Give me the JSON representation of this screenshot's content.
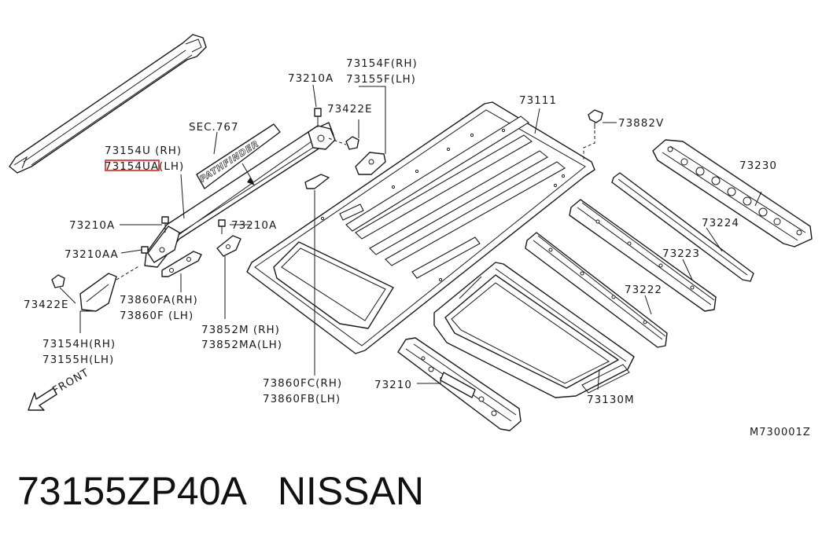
{
  "diagram": {
    "labels": [
      {
        "id": "sec767",
        "text": "SEC.767"
      },
      {
        "id": "l73154U",
        "text": "73154U (RH)"
      },
      {
        "id": "l73154UA",
        "text": "73154UA(LH)"
      },
      {
        "id": "l73210A_top",
        "text": "73210A"
      },
      {
        "id": "l73154F",
        "text": "73154F(RH)"
      },
      {
        "id": "l73155F",
        "text": "73155F(LH)"
      },
      {
        "id": "l73422E_top",
        "text": "73422E"
      },
      {
        "id": "l73111",
        "text": "73111"
      },
      {
        "id": "l73882V",
        "text": "73882V"
      },
      {
        "id": "l73230",
        "text": "73230"
      },
      {
        "id": "l73224",
        "text": "73224"
      },
      {
        "id": "l73223",
        "text": "73223"
      },
      {
        "id": "l73222",
        "text": "73222"
      },
      {
        "id": "l73210A_left",
        "text": "73210A"
      },
      {
        "id": "l73210A_mid",
        "text": "73210A"
      },
      {
        "id": "l73210AA",
        "text": "73210AA"
      },
      {
        "id": "l73422E_left",
        "text": "73422E"
      },
      {
        "id": "l73860FA",
        "text": "73860FA(RH)"
      },
      {
        "id": "l73860F",
        "text": "73860F (LH)"
      },
      {
        "id": "l73852M",
        "text": "73852M (RH)"
      },
      {
        "id": "l73852MA",
        "text": "73852MA(LH)"
      },
      {
        "id": "l73154H",
        "text": "73154H(RH)"
      },
      {
        "id": "l73155H",
        "text": "73155H(LH)"
      },
      {
        "id": "l73860FC",
        "text": "73860FC(RH)"
      },
      {
        "id": "l73860FB",
        "text": "73860FB(LH)"
      },
      {
        "id": "l73210",
        "text": "73210"
      },
      {
        "id": "l73130M",
        "text": "73130M"
      }
    ],
    "front_label": "FRONT",
    "emblem_text": "PATHFINDER",
    "diagram_code": "M730001Z",
    "highlight_color": "#e0201b"
  },
  "footer": {
    "part_number": "73155ZP40A",
    "brand": "NISSAN"
  }
}
